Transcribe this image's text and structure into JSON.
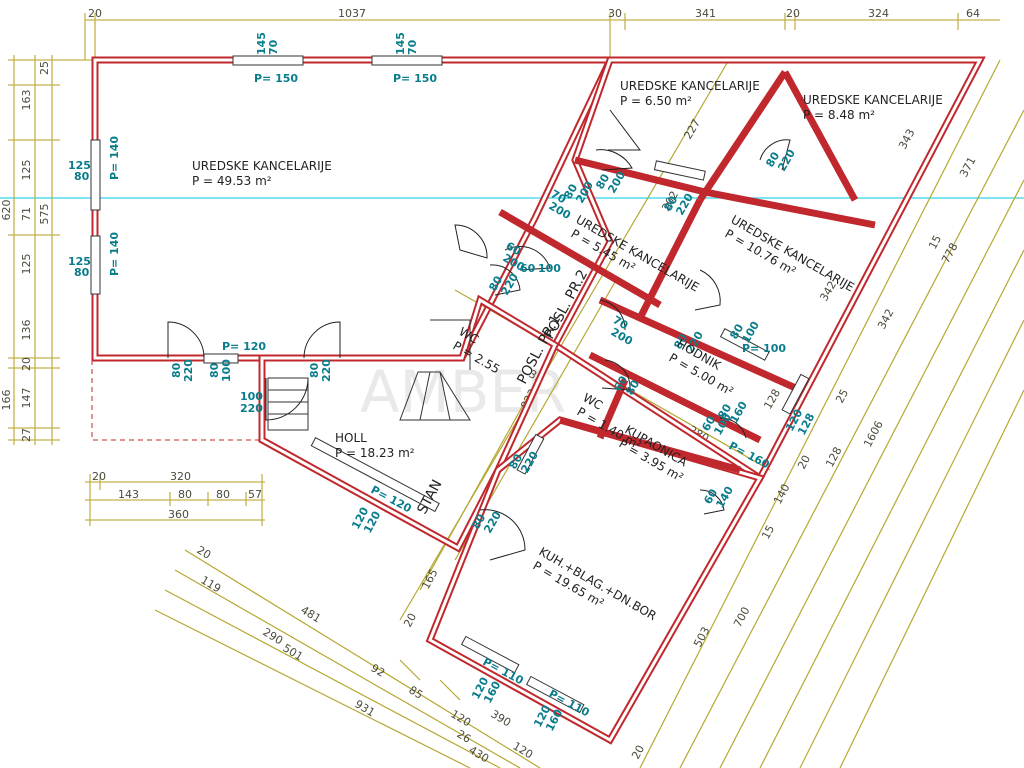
{
  "plan": {
    "watermark": "AMBER",
    "rooms": [
      {
        "id": "office-main",
        "name": "UREDSKE KANCELARIJE",
        "area": "P = 49.53 m²"
      },
      {
        "id": "office-1",
        "name": "UREDSKE KANCELARIJE",
        "area": "P = 6.50 m²"
      },
      {
        "id": "office-2",
        "name": "UREDSKE KANCELARIJE",
        "area": "P = 8.48 m²"
      },
      {
        "id": "office-3",
        "name": "UREDSKE KANCELARIJE",
        "area": "P = 5.45 m²"
      },
      {
        "id": "office-4",
        "name": "UREDSKE KANCELARIJE",
        "area": "P = 10.76 m²"
      },
      {
        "id": "hodnik",
        "name": "HODNIK",
        "area": "P = 5.00 m²"
      },
      {
        "id": "wc-1",
        "name": "WC",
        "area": "P = 2.55"
      },
      {
        "id": "wc-2",
        "name": "WC",
        "area": "P = 1.40 m²"
      },
      {
        "id": "kupaonica",
        "name": "KUPAONICA",
        "area": "P = 3.95 m²"
      },
      {
        "id": "holl",
        "name": "HOLL",
        "area": "P = 18.23 m²"
      },
      {
        "id": "kuhinja",
        "name": "KUH.+BLAG.+DN.BOR",
        "area": "P = 19.65 m²"
      }
    ],
    "labels": {
      "stan": "STAN",
      "posl1": "POSL. PR.1",
      "posl2": "POSL. PR.2"
    },
    "top_dims": [
      "20",
      "1037",
      "30",
      "341",
      "20",
      "324",
      "64"
    ],
    "left_dims": [
      "25",
      "163",
      "125",
      "71",
      "125",
      "136",
      "20",
      "147",
      "27"
    ],
    "left_outer_dims": [
      "620",
      "575",
      "166"
    ],
    "bottom_left_dims": [
      "20",
      "320",
      "143",
      "80",
      "80",
      "57",
      "360"
    ],
    "bottom_dims": [
      "20",
      "119",
      "481",
      "290",
      "501",
      "92",
      "85",
      "931",
      "120",
      "390",
      "26",
      "120",
      "430"
    ],
    "right_dims": [
      "343",
      "371",
      "15",
      "778",
      "342",
      "20",
      "25",
      "128",
      "1606",
      "140",
      "15",
      "503",
      "700",
      "20"
    ],
    "inner_dims": [
      "227",
      "202",
      "342",
      "128",
      "280",
      "823",
      "33",
      "165",
      "20"
    ],
    "openings": {
      "w1": {
        "top": "145",
        "bot": "70",
        "p": "P= 150"
      },
      "w2": {
        "top": "145",
        "bot": "70",
        "p": "P= 150"
      },
      "w3": {
        "a": "125",
        "b": "80",
        "p": "P= 140"
      },
      "w4": {
        "a": "125",
        "b": "80",
        "p": "P= 140"
      },
      "d1": {
        "a": "80",
        "b": "220"
      },
      "d2": {
        "a": "80",
        "b": "100",
        "p": "P= 120"
      },
      "d3": {
        "a": "80",
        "b": "220"
      },
      "d4": {
        "a": "100",
        "b": "220"
      },
      "d5": {
        "a": "60",
        "b": "200"
      },
      "d6": {
        "a": "80",
        "b": "220"
      },
      "d7": {
        "a": "60",
        "b": "100"
      },
      "d8": {
        "a": "70",
        "b": "200"
      },
      "d9": {
        "a": "80",
        "b": "200"
      },
      "d10": {
        "a": "80",
        "b": "220"
      },
      "d11": {
        "a": "70",
        "b": "200"
      },
      "d12": {
        "a": "80",
        "b": "220"
      },
      "d13": {
        "a": "80",
        "b": "100",
        "p": "P= 100"
      },
      "d14": {
        "a": "60",
        "b": "80"
      },
      "d15": {
        "a": "80",
        "b": "160"
      },
      "d16": {
        "a": "60",
        "b": "100",
        "p": "P= 160"
      },
      "d17": {
        "a": "120",
        "b": "128"
      },
      "d18": {
        "a": "80",
        "b": "220"
      },
      "d19": {
        "a": "80",
        "b": "220"
      },
      "d20": {
        "a": "120",
        "b": "120",
        "p": "P= 120"
      },
      "d21": {
        "a": "80",
        "b": "220"
      },
      "d22": {
        "a": "120",
        "b": "160",
        "p": "P= 110"
      },
      "d23": {
        "a": "120",
        "b": "160",
        "p": "P= 110"
      },
      "d24": {
        "a": "60",
        "b": "140"
      },
      "d25": {
        "a": "80",
        "b": "200"
      }
    }
  }
}
